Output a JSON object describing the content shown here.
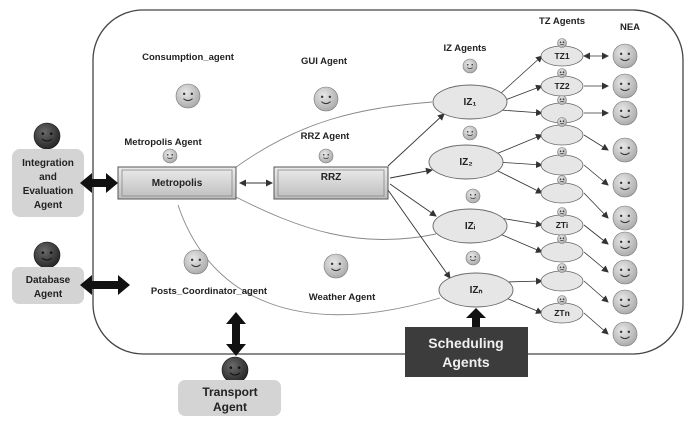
{
  "diagram": {
    "boundary": {
      "color": "#444444"
    },
    "agents": {
      "consumption": "Consumption_agent",
      "gui": "GUI Agent",
      "iz_agents": "IZ Agents",
      "tz_agents": "TZ Agents",
      "nea": "NEA",
      "metropolis_agent": "Metropolis Agent",
      "rrz_agent": "RRZ Agent",
      "posts_coordinator": "Posts_Coordinator_agent",
      "weather": "Weather Agent"
    },
    "boxes": {
      "metropolis": "Metropolis",
      "rrz": "RRZ"
    },
    "iz_nodes": [
      "IZ₁",
      "IZ₂",
      "IZᵢ",
      "IZₙ"
    ],
    "tz_nodes": [
      "TZ1",
      "TZ2",
      "",
      "",
      "",
      "",
      "ZTi",
      "",
      "",
      "ZTn"
    ],
    "external": {
      "integration": [
        "Integration",
        "and",
        "Evaluation",
        "Agent"
      ],
      "database": [
        "Database",
        "Agent"
      ],
      "transport": [
        "Transport",
        "Agent"
      ],
      "scheduling": [
        "Scheduling",
        "Agents"
      ]
    },
    "colors": {
      "face": "#c8c8c8",
      "face_dark": "#444444",
      "node_fill": "#e6e6e6",
      "box_fill": "#d9d9d9",
      "ext_fill": "#d4d4d4",
      "scheduling_fill": "#3c3c3c",
      "arrow": "#111111"
    }
  }
}
